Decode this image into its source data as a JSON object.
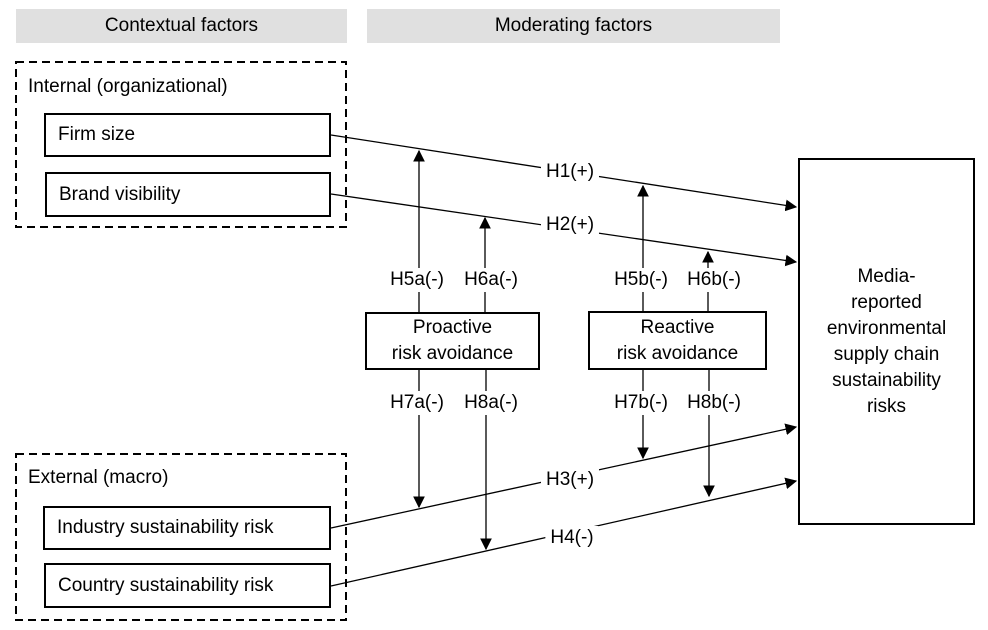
{
  "headers": {
    "contextual": "Contextual factors",
    "moderating": "Moderating factors"
  },
  "groups": {
    "internal": {
      "label": "Internal (organizational)",
      "items": [
        {
          "label": "Firm size"
        },
        {
          "label": "Brand visibility"
        }
      ]
    },
    "external": {
      "label": "External (macro)",
      "items": [
        {
          "label": "Industry sustainability risk"
        },
        {
          "label": "Country sustainability risk"
        }
      ]
    }
  },
  "moderators": {
    "proactive": {
      "label": "Proactive\nrisk avoidance"
    },
    "reactive": {
      "label": "Reactive\nrisk avoidance"
    }
  },
  "outcome": {
    "label": "Media-\nreported\nenvironmental\nsupply chain\nsustainability\nrisks"
  },
  "hypotheses": {
    "h1": "H1(+)",
    "h2": "H2(+)",
    "h3": "H3(+)",
    "h4": "H4(-)",
    "h5a": "H5a(-)",
    "h6a": "H6a(-)",
    "h5b": "H5b(-)",
    "h6b": "H6b(-)",
    "h7a": "H7a(-)",
    "h8a": "H8a(-)",
    "h7b": "H7b(-)",
    "h8b": "H8b(-)"
  },
  "colors": {
    "header_bg": "#e0e0e0",
    "line": "#000000",
    "background": "#ffffff"
  }
}
